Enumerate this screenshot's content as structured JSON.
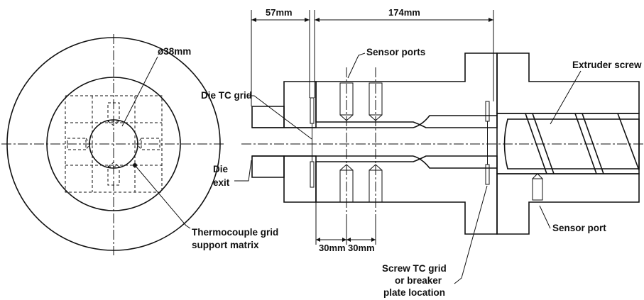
{
  "labels": {
    "diameter": "ø38mm",
    "sensor_ports": "Sensor ports",
    "extruder_screw": "Extruder screw",
    "die_tc_grid": "Die TC grid",
    "die_exit_line1": "Die",
    "die_exit_line2": "exit",
    "tc_support_line1": "Thermocouple grid",
    "tc_support_line2": "support matrix",
    "sensor_port": "Sensor port",
    "screw_tc_line1": "Screw TC grid",
    "screw_tc_line2": "or breaker",
    "screw_tc_line3": "plate location"
  },
  "dimensions": {
    "d57": "57mm",
    "d174": "174mm",
    "d30a": "30mm",
    "d30b": "30mm"
  }
}
